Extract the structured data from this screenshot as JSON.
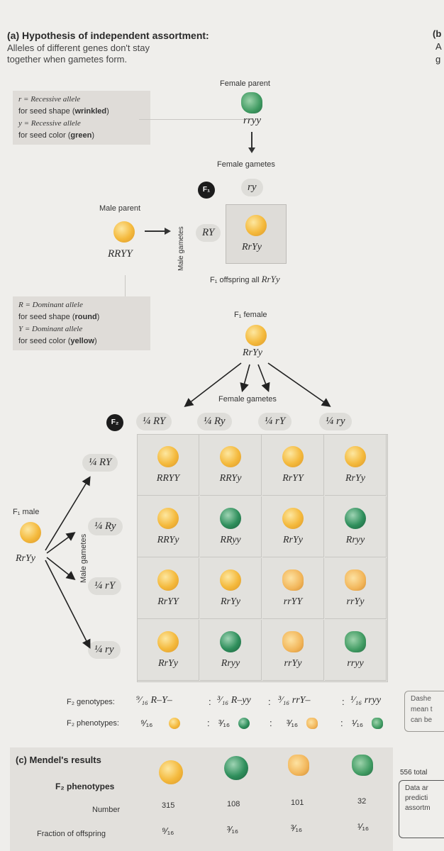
{
  "header": {
    "title": "(a) Hypothesis of independent assortment:",
    "line1": "Alleles of different genes don't stay",
    "line2": "together when gametes form.",
    "edge_b": "(b",
    "edge_a": "A",
    "edge_g": "g"
  },
  "key_recessive": {
    "line1": "r = Recessive allele",
    "line2a": "for seed shape (",
    "line2b": "wrinkled",
    "line2c": ")",
    "line3": "y = Recessive allele",
    "line4a": "for seed color (",
    "line4b": "green",
    "line4c": ")"
  },
  "key_dominant": {
    "line1": "R = Dominant allele",
    "line2a": "for seed shape (",
    "line2b": "round",
    "line2c": ")",
    "line3": "Y = Dominant allele",
    "line4a": "for seed color (",
    "line4b": "yellow",
    "line4c": ")"
  },
  "p_cross": {
    "female_parent": "Female parent",
    "female_genotype": "rryy",
    "female_gametes": "Female gametes",
    "female_gamete": "ry",
    "f1_badge": "F₁",
    "male_parent": "Male parent",
    "male_genotype": "RRYY",
    "male_gametes": "Male gametes",
    "male_gamete": "RY",
    "offspring_genotype": "RrYy",
    "offspring_caption_a": "F₁ offspring all ",
    "offspring_caption_b": "RrYy"
  },
  "f1_cross": {
    "f1_female": "F₁ female",
    "f1_female_genotype": "RrYy",
    "female_gametes": "Female gametes",
    "f2_badge": "F₂",
    "col_headers": [
      "¼ RY",
      "¼ Ry",
      "¼ rY",
      "¼ ry"
    ],
    "row_headers": [
      "¼ RY",
      "¼ Ry",
      "¼ rY",
      "¼ ry"
    ],
    "f1_male": "F₁ male",
    "f1_male_genotype": "RrYy",
    "male_gametes": "Male gametes",
    "cells": [
      [
        "RRYY",
        "RRYy",
        "RrYY",
        "RrYy"
      ],
      [
        "RRYy",
        "RRyy",
        "RrYy",
        "Rryy"
      ],
      [
        "RrYY",
        "RrYy",
        "rrYY",
        "rrYy"
      ],
      [
        "RrYy",
        "Rryy",
        "rrYy",
        "rryy"
      ]
    ],
    "cell_seed": [
      [
        "yr",
        "yr",
        "yr",
        "yr"
      ],
      [
        "yr",
        "gr",
        "yr",
        "gr"
      ],
      [
        "yr",
        "yr",
        "yw",
        "yw"
      ],
      [
        "yr",
        "gr",
        "yw",
        "gw"
      ]
    ]
  },
  "ratios": {
    "genotypes_label": "F₂ genotypes:",
    "genotypes": [
      "⁹⁄₁₆ R–Y–",
      "³⁄₁₆ R–yy",
      "³⁄₁₆ rrY–",
      "¹⁄₁₆ rryy"
    ],
    "phenotypes_label": "F₂ phenotypes:",
    "phenotypes": [
      "⁹⁄₁₆",
      "³⁄₁₆",
      "³⁄₁₆",
      "¹⁄₁₆"
    ],
    "sep": ":",
    "side_note": [
      "Dashe",
      "mean t",
      "can be"
    ]
  },
  "results": {
    "title": "(c) Mendel's results",
    "row_phenotypes": "F₂ phenotypes",
    "row_number": "Number",
    "row_fraction": "Fraction of offspring",
    "numbers": [
      "315",
      "108",
      "101",
      "32"
    ],
    "fractions": [
      "⁹⁄₁₆",
      "³⁄₁₆",
      "³⁄₁₆",
      "¹⁄₁₆"
    ],
    "seeds": [
      "yr",
      "gr",
      "yw",
      "gw"
    ],
    "total": "556 total",
    "side_note": [
      "Data ar",
      "predicti",
      "assortm"
    ]
  },
  "colors": {
    "yellow_round": "#f4b93c",
    "green_round": "#2f8f5c",
    "background": "#efeeeb",
    "cell_bg": "#e2e1dd"
  }
}
